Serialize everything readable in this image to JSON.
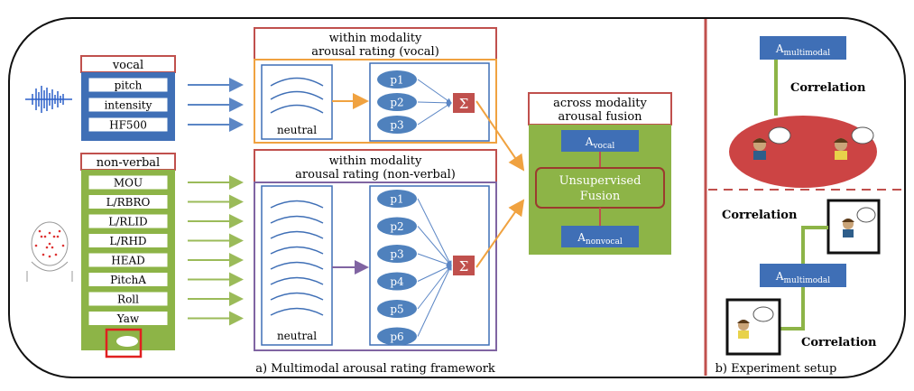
{
  "vocal": {
    "header": "vocal",
    "features": [
      "pitch",
      "intensity",
      "HF500"
    ]
  },
  "nonverbal": {
    "header": "non-verbal",
    "features": [
      "MOU",
      "L/RBRO",
      "L/RLID",
      "L/RHD",
      "HEAD",
      "PitchA",
      "Roll",
      "Yaw"
    ]
  },
  "vocal_rating": {
    "title_line1": "within modality",
    "title_line2": "arousal rating (vocal)",
    "neutral_label": "neutral",
    "p_labels": [
      "p1",
      "p2",
      "p3"
    ]
  },
  "nonverbal_rating": {
    "title_line1": "within modality",
    "title_line2": "arousal rating (non-verbal)",
    "neutral_label": "neutral",
    "p_labels": [
      "p1",
      "p2",
      "p3",
      "p4",
      "p5",
      "p6"
    ]
  },
  "sum_symbol": "Σ",
  "fusion": {
    "title_line1": "across modality",
    "title_line2": "arousal fusion",
    "a_vocal": "Avocal",
    "method_line1": "Unsupervised",
    "method_line2": "Fusion",
    "a_nonvocal": "Anonvocal"
  },
  "caption_a": "a) Multimodal arousal rating framework",
  "caption_b": "b) Experiment setup",
  "setup_top": {
    "a_multimodal": "Amultimodal",
    "correlation": "Correlation"
  },
  "setup_bottom": {
    "correlation_top": "Correlation",
    "a_multimodal": "Amultimodal",
    "correlation_bottom": "Correlation"
  },
  "colors": {
    "blue_panel": "#3f6fb6",
    "green_panel": "#8db447",
    "red_border": "#c0504d",
    "orange": "#f0a240",
    "purple": "#8064a2",
    "node_blue": "#4f81bd",
    "sum_red": "#c0504d",
    "ellipse_red": "#cc4444"
  }
}
